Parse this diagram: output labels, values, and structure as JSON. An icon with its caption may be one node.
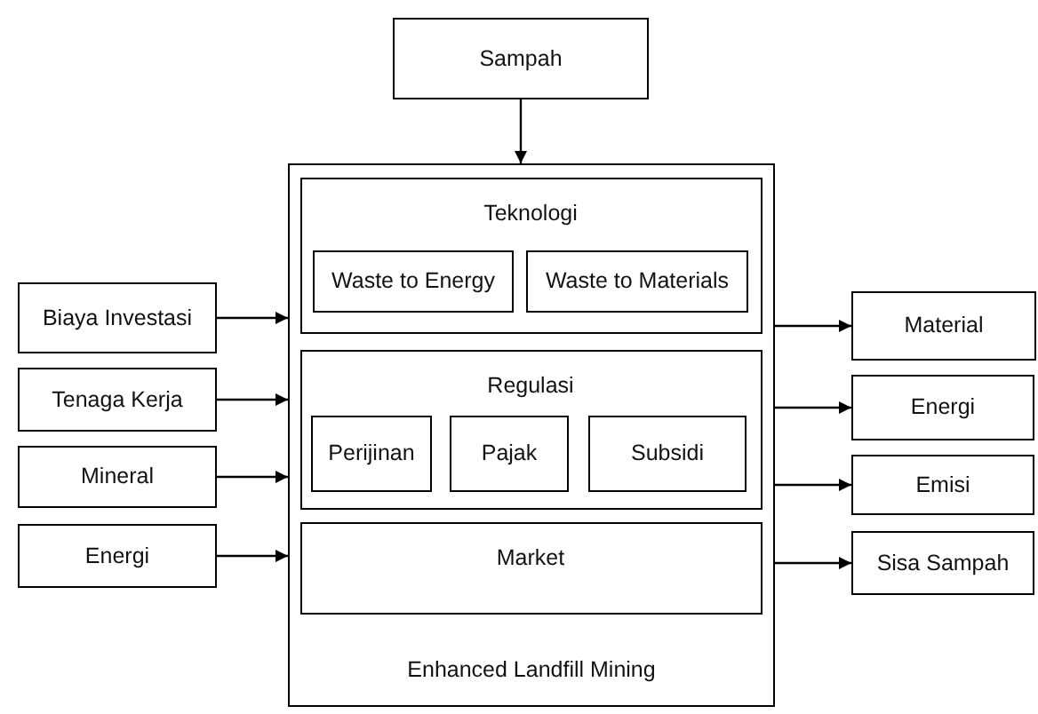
{
  "diagram": {
    "nodes": [
      {
        "text": [
          "Sampah"
        ]
      },
      {
        "text": [
          "Enhanced Landfill Mining"
        ]
      },
      {
        "text": [
          "Teknologi"
        ],
        "in": 1
      },
      {
        "text": [
          "Waste to Energy"
        ],
        "in": 2
      },
      {
        "text": [
          "Waste to Materials"
        ],
        "in": 2
      },
      {
        "text": [
          "Regulasi"
        ],
        "in": 1
      },
      {
        "text": [
          "Perijinan"
        ],
        "in": 5
      },
      {
        "text": [
          "Pajak"
        ],
        "in": 5
      },
      {
        "text": [
          "Subsidi"
        ],
        "in": 5
      },
      {
        "text": [
          "Market"
        ],
        "in": 1
      },
      {
        "text": [
          "Biaya Investasi"
        ]
      },
      {
        "text": [
          "Tenaga Kerja"
        ]
      },
      {
        "text": [
          "Mineral"
        ]
      },
      {
        "text": [
          "Energi"
        ]
      },
      {
        "text": [
          "Material"
        ]
      },
      {
        "text": [
          "Energi"
        ]
      },
      {
        "text": [
          "Emisi"
        ]
      },
      {
        "text": [
          "Sisa Sampah"
        ]
      }
    ],
    "edges": [
      {
        "from": 0,
        "to": 1,
        "arrow": "to"
      },
      {
        "from": 10,
        "to": 1,
        "arrow": "to"
      },
      {
        "from": 11,
        "to": 1,
        "arrow": "to"
      },
      {
        "from": 12,
        "to": 1,
        "arrow": "to"
      },
      {
        "from": 13,
        "to": 1,
        "arrow": "to"
      },
      {
        "from": 1,
        "to": 14,
        "arrow": "to"
      },
      {
        "from": 1,
        "to": 15,
        "arrow": "to"
      },
      {
        "from": 1,
        "to": 16,
        "arrow": "to"
      },
      {
        "from": 1,
        "to": 17,
        "arrow": "to"
      }
    ]
  }
}
